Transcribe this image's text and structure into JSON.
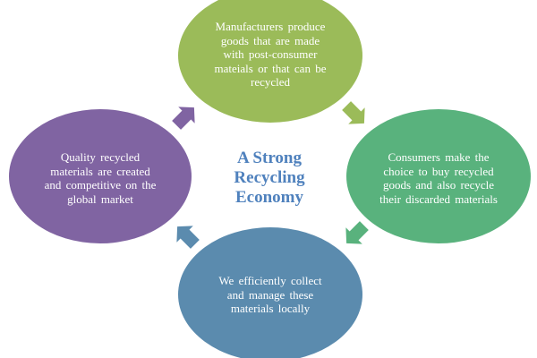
{
  "diagram": {
    "type": "cycle",
    "center_title": "A Strong\nRecycling\nEconomy",
    "nodes": [
      {
        "id": "manufacturers",
        "text": "Manufacturers  produce\ngoods that are made\nwith  post-consumer\nmateials  or that can be\nrecycled",
        "color": "#9bbb59"
      },
      {
        "id": "consumers",
        "text": "Consumers  make the\nchoice  to buy recycled\ngoods and also recycle\ntheir  discarded  materials",
        "color": "#59b27d"
      },
      {
        "id": "collection",
        "text": "We efficiently  collect\nand manage  these\nmaterials  locally",
        "color": "#5b8bae"
      },
      {
        "id": "quality",
        "text": "Quality  recycled\nmaterials  are created\nand competitive  on the\nglobal  market",
        "color": "#8064a2"
      }
    ],
    "arrows": [
      {
        "from": "manufacturers",
        "to": "consumers",
        "color": "#9bbb59",
        "icon": "arrow-down-right"
      },
      {
        "from": "consumers",
        "to": "collection",
        "color": "#59b27d",
        "icon": "arrow-down-left"
      },
      {
        "from": "collection",
        "to": "quality",
        "color": "#5b8bae",
        "icon": "arrow-up-left"
      },
      {
        "from": "quality",
        "to": "manufacturers",
        "color": "#8064a2",
        "icon": "arrow-up-right"
      }
    ],
    "title_color": "#4f81bd"
  }
}
